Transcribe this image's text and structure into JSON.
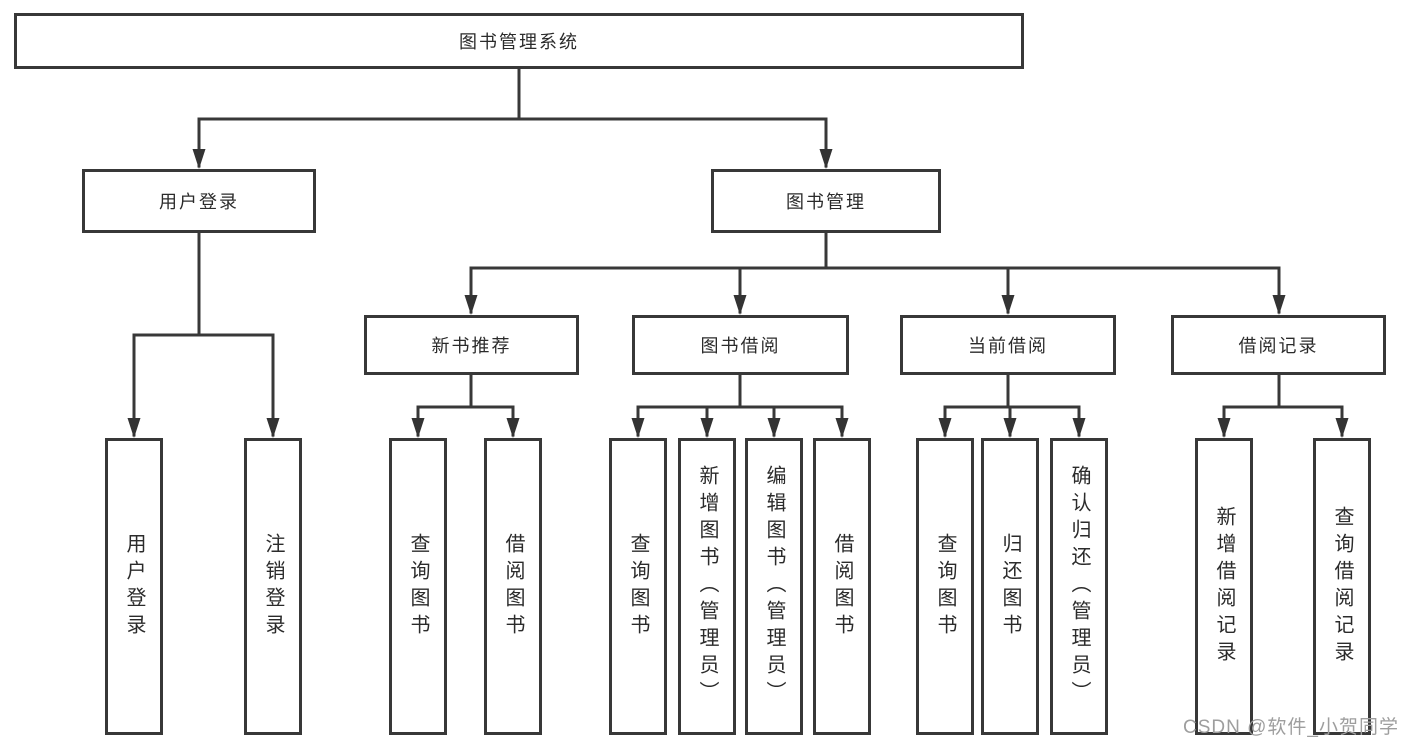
{
  "diagram": {
    "root": {
      "label": "图书管理系统",
      "children": [
        {
          "label": "用户登录",
          "children": [
            {
              "label": "用户登录"
            },
            {
              "label": "注销登录"
            }
          ]
        },
        {
          "label": "图书管理",
          "children": [
            {
              "label": "新书推荐",
              "children": [
                {
                  "label": "查询图书"
                },
                {
                  "label": "借阅图书"
                }
              ]
            },
            {
              "label": "图书借阅",
              "children": [
                {
                  "label": "查询图书"
                },
                {
                  "label": "新增图书（管理员）"
                },
                {
                  "label": "编辑图书（管理员）"
                },
                {
                  "label": "借阅图书"
                }
              ]
            },
            {
              "label": "当前借阅",
              "children": [
                {
                  "label": "查询图书"
                },
                {
                  "label": "归还图书"
                },
                {
                  "label": "确认归还（管理员）"
                }
              ]
            },
            {
              "label": "借阅记录",
              "children": [
                {
                  "label": "新增借阅记录"
                },
                {
                  "label": "查询借阅记录"
                }
              ]
            }
          ]
        }
      ]
    }
  },
  "watermark": {
    "text": "CSDN @软件_小贺同学"
  },
  "colors": {
    "line": "#383838",
    "text": "#2b2b2b",
    "watermark": "#9e9e9e"
  }
}
